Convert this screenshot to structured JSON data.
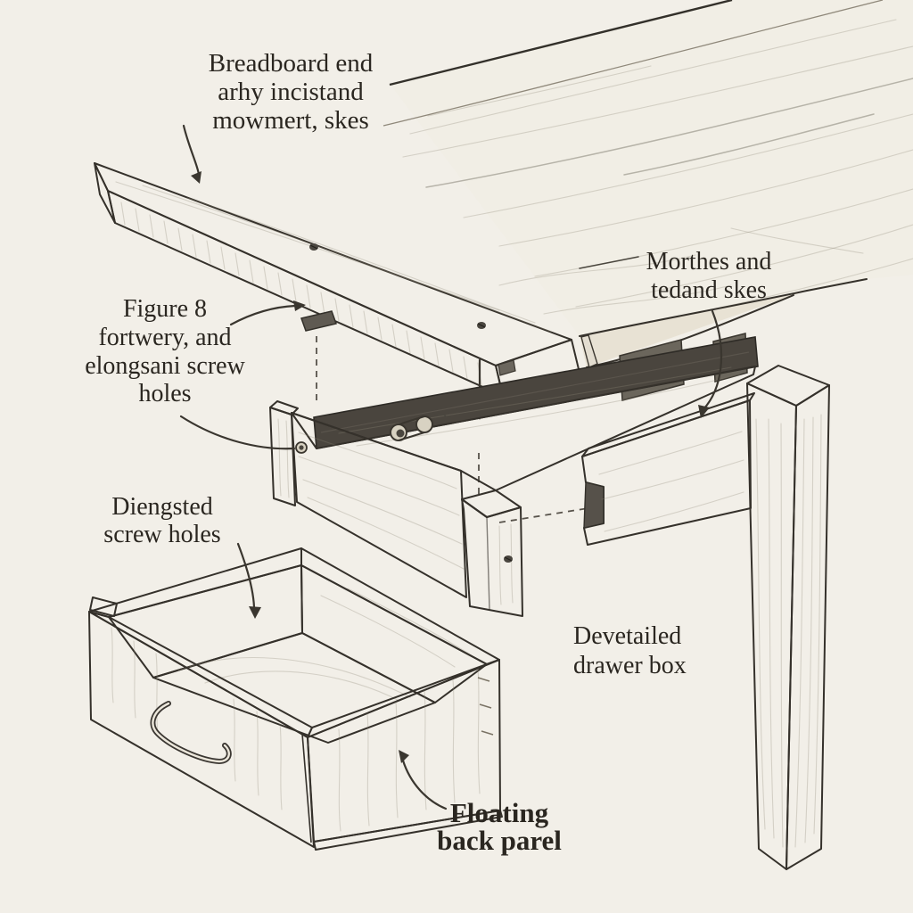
{
  "colors": {
    "background": "#f2efe8",
    "ink": "#2f2b26",
    "wood_light": "#efeade",
    "wood_mid": "#e2dccf",
    "wood_shadow": "#d4cec0",
    "dark_band": "#4a453e",
    "tenon": "#6b665c",
    "grain": "#8f8778"
  },
  "labels": {
    "breadboard_end": {
      "lines": [
        "Breadboard end",
        "arhy incistand",
        "mowmert, skes"
      ]
    },
    "figure_8": {
      "lines": [
        "Figure 8",
        "fortwery, and",
        "elongsani screw",
        "holes"
      ]
    },
    "mortise_tenon": {
      "lines": [
        "Morthes and",
        "tedand skes"
      ]
    },
    "slotted_screw_holes": {
      "lines": [
        "Diengsted",
        "screw holes"
      ]
    },
    "dovetailed_drawer": {
      "lines": [
        "Devetailed",
        "drawer box"
      ]
    },
    "floating_back_panel": {
      "lines": [
        "Floating",
        "back parel"
      ]
    }
  }
}
